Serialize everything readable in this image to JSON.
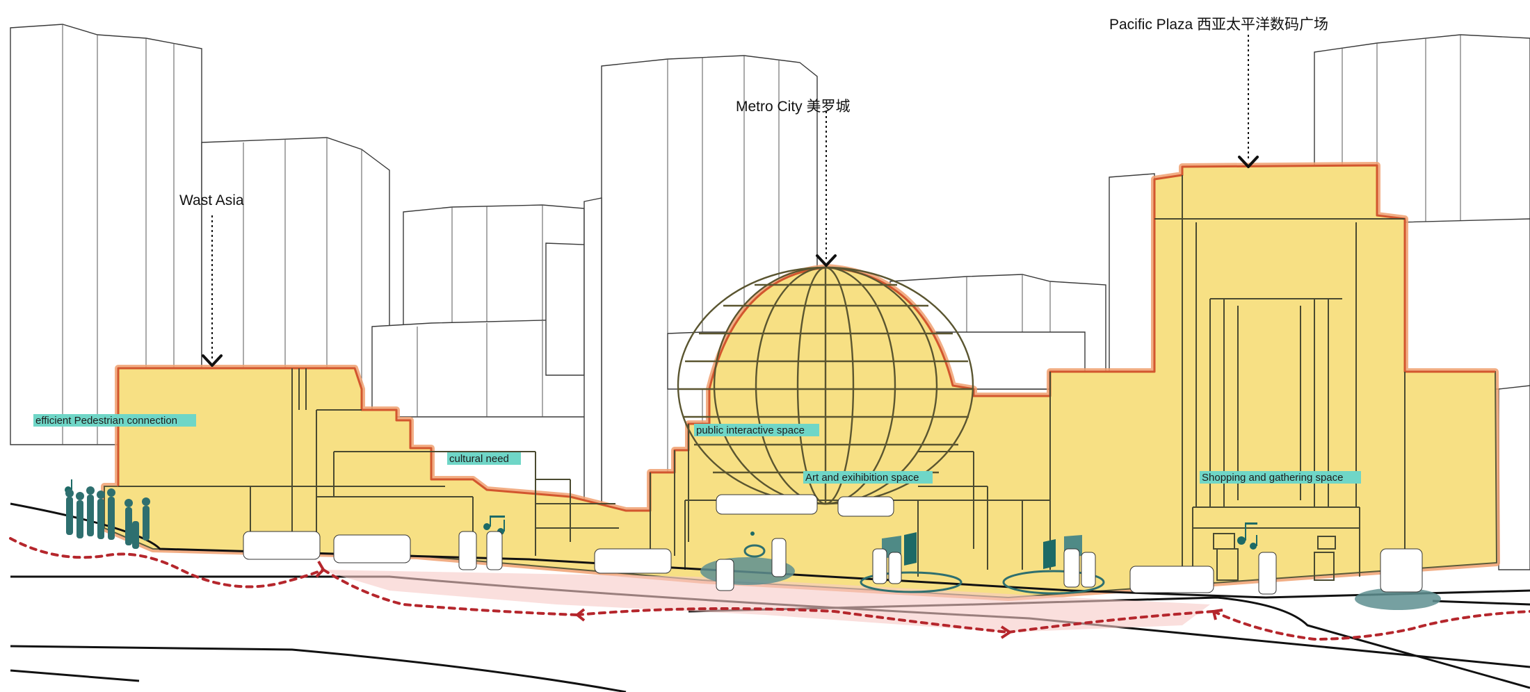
{
  "callouts": {
    "west_asia": "Wast  Asia",
    "metro_city": "Metro City 美罗城",
    "pacific_plaza": "Pacific Plaza  西亚太平洋数码广场"
  },
  "labels": {
    "pedestrian": "efficient Pedestrian connection",
    "cultural": "cultural need",
    "public_interactive": "public interactive space",
    "art_exhibition": "Art and exihibition space",
    "shopping": "Shopping and gathering space"
  },
  "colors": {
    "mall_fill": "#f7e084",
    "mall_outline": "#d2562e",
    "label_highlight": "#6fd6c7",
    "pedestrian_path": "#b5262c",
    "plaza_teal": "#2e6f6f"
  }
}
